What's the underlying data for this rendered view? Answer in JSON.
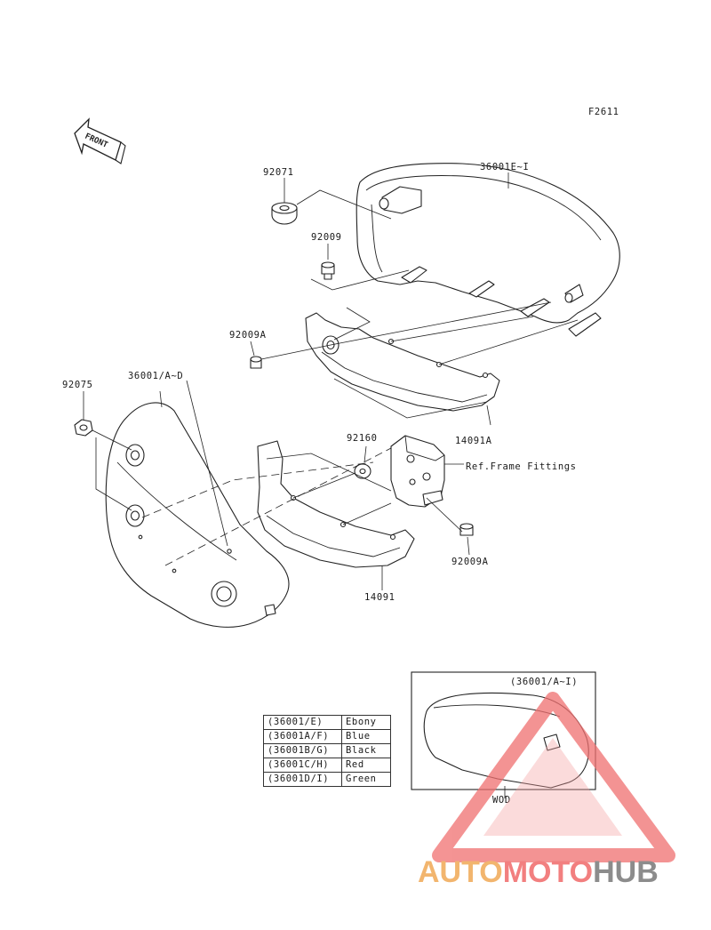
{
  "figure_id": "F2611",
  "front_arrow_label": "FRONT",
  "parts": {
    "p92071": "92071",
    "p36001EI": "36001E~I",
    "p92009": "92009",
    "p92009A_upper": "92009A",
    "p36001AD": "36001/A~D",
    "p92075": "92075",
    "p92160": "92160",
    "ref_frame": "Ref.Frame Fittings",
    "p14091A": "14091A",
    "p92009A_lower": "92009A",
    "p14091": "14091"
  },
  "inset": {
    "label": "(36001/A~I)",
    "marking": "WOD"
  },
  "color_table": [
    {
      "code": "(36001/E)",
      "color": "Ebony"
    },
    {
      "code": "(36001A/F)",
      "color": "Blue"
    },
    {
      "code": "(36001B/G)",
      "color": "Black"
    },
    {
      "code": "(36001C/H)",
      "color": "Red"
    },
    {
      "code": "(36001D/I)",
      "color": "Green"
    }
  ],
  "watermark": {
    "part1": "AUTO",
    "part2": "MOTO",
    "part3": "HUB",
    "colors": {
      "part1": "#f2b56e",
      "part2": "#f27f7f",
      "part3": "#8c8c8c",
      "triangle": "#f07070"
    }
  }
}
